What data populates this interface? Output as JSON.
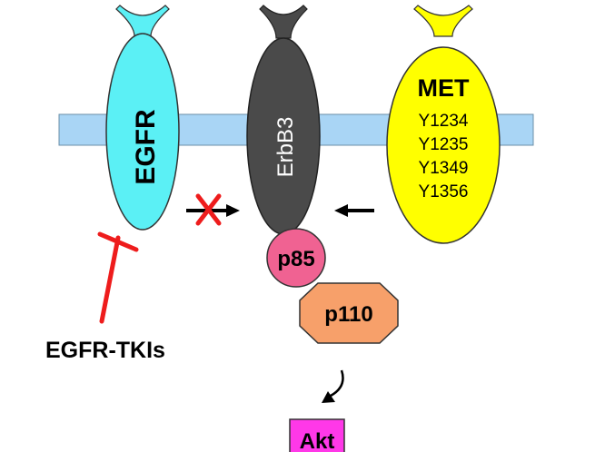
{
  "colors": {
    "membrane": "#a9d5f5",
    "egfr": "#5bf0f5",
    "erbb3": "#4a4a4a",
    "met": "#ffff00",
    "p85": "#f06292",
    "p110": "#f7a06a",
    "akt": "#ff38e8",
    "inhibitor": "#ee1c1c",
    "arrow": "#000000"
  },
  "receptors": {
    "egfr": {
      "label": "EGFR"
    },
    "erbb3": {
      "label": "ErbB3"
    },
    "met": {
      "label": "MET",
      "sites": [
        "Y1234",
        "Y1235",
        "Y1349",
        "Y1356"
      ]
    }
  },
  "adaptors": {
    "p85": {
      "label": "p85"
    },
    "p110": {
      "label": "p110"
    },
    "akt": {
      "label": "Akt"
    }
  },
  "inhibitor": {
    "label": "EGFR-TKIs"
  },
  "icons": {
    "blocked_signal": "cross-icon",
    "met_to_erbb3": "arrow-left-icon",
    "downstream": "curved-arrow-down-icon"
  }
}
